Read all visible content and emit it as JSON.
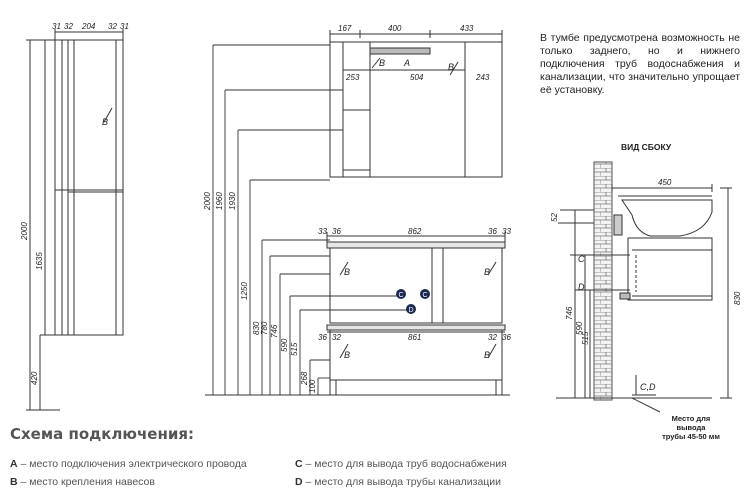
{
  "dims": {
    "col_top": [
      "31",
      "32",
      "204",
      "32",
      "31"
    ],
    "col_height": "2000",
    "col_split": "1635",
    "col_base": "420",
    "mirror_top": [
      "167",
      "400",
      "433"
    ],
    "mirror_inner": [
      "253",
      "504",
      "243"
    ],
    "stack_left": [
      "2000",
      "1960",
      "1930",
      "1250"
    ],
    "upper_base_top": [
      "33",
      "36",
      "862",
      "36",
      "33"
    ],
    "lower_base_top": [
      "36",
      "32",
      "861",
      "32",
      "36"
    ],
    "connection_heights": [
      "830",
      "780",
      "746",
      "590",
      "515",
      "268",
      "100"
    ],
    "side_width": "450",
    "side_left": [
      "52",
      "746",
      "590",
      "515"
    ],
    "side_right": "830"
  },
  "labels": {
    "A": "A",
    "B": "B",
    "C": "C",
    "D": "D",
    "CD": "C,D"
  },
  "note": "В тумбе предусмотрена возможность не только заднего, но и нижнего подключения труб водоснабжения и канализации, что значительно упрощает её установку.",
  "side_view_title": "ВИД СБОКУ",
  "place_note": [
    "Место для",
    "вывода",
    "трубы 45-50 мм"
  ],
  "legend": {
    "title": "Схема подключения:",
    "items": [
      {
        "key": "A",
        "text": " – место подключения электрического провода"
      },
      {
        "key": "B",
        "text": " – место крепления навесов"
      },
      {
        "key": "C",
        "text": " – место для вывода труб водоснабжения"
      },
      {
        "key": "D",
        "text": " – место для вывода трубы канализации"
      }
    ]
  },
  "colors": {
    "line": "#333333",
    "brick": "#8a8a8a",
    "marker": "#1c2a52",
    "legend_text": "#555555"
  }
}
